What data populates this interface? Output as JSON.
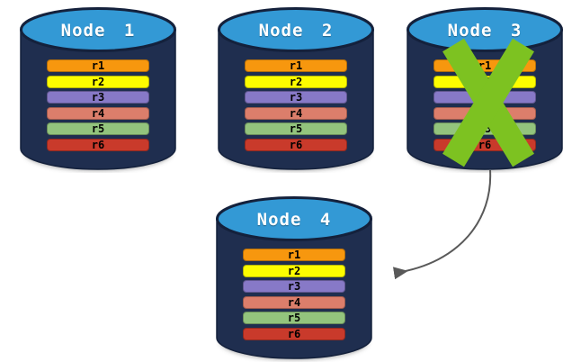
{
  "diagram": {
    "description": "Replicated database nodes with node failure and failover arrow",
    "colors": {
      "background": "#ffffff",
      "cylinder_body": "#1F2E4F",
      "cylinder_outline": "#14213C",
      "cylinder_top": "#3399D5",
      "title_text": "#ffffff",
      "row_text": "#000000",
      "x_mark": "#7DC221",
      "arrow": "#595959"
    },
    "row_colors": [
      "#F7970E",
      "#FDFD00",
      "#8779C7",
      "#DC7E6B",
      "#93C47D",
      "#C93A2B"
    ],
    "nodes": [
      {
        "id": "node-1",
        "label": "Node 1",
        "failed": false,
        "rows": [
          "r1",
          "r2",
          "r3",
          "r4",
          "r5",
          "r6"
        ]
      },
      {
        "id": "node-2",
        "label": "Node 2",
        "failed": false,
        "rows": [
          "r1",
          "r2",
          "r3",
          "r4",
          "r5",
          "r6"
        ]
      },
      {
        "id": "node-3",
        "label": "Node 3",
        "failed": true,
        "rows": [
          "r1",
          "r2",
          "r3",
          "r4",
          "r5",
          "r6"
        ]
      },
      {
        "id": "node-4",
        "label": "Node 4",
        "failed": false,
        "rows": [
          "r1",
          "r2",
          "r3",
          "r4",
          "r5",
          "r6"
        ]
      }
    ],
    "icons": {
      "failure": "x-mark-icon",
      "failover": "curved-arrow-icon"
    },
    "arrow": {
      "from": "Node 3",
      "to": "Node 4"
    }
  }
}
